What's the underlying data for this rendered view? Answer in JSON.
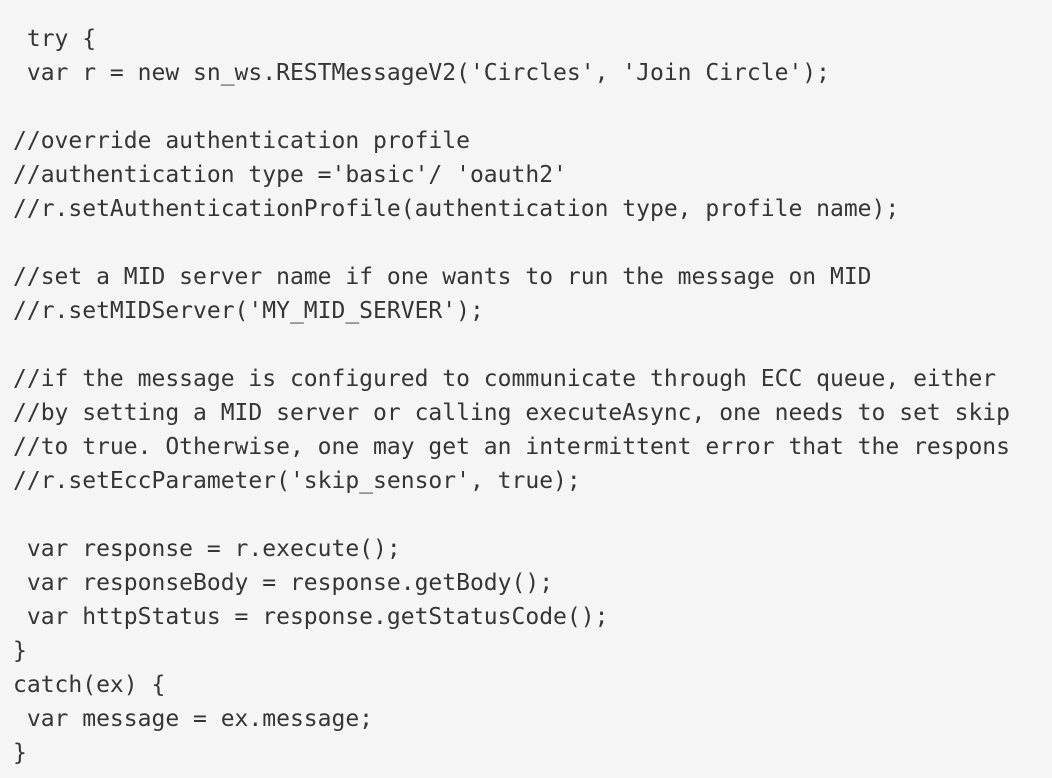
{
  "code": {
    "lines": [
      " try {",
      " var r = new sn_ws.RESTMessageV2('Circles', 'Join Circle');",
      "",
      "//override authentication profile",
      "//authentication type ='basic'/ 'oauth2'",
      "//r.setAuthenticationProfile(authentication type, profile name);",
      "",
      "//set a MID server name if one wants to run the message on MID",
      "//r.setMIDServer('MY_MID_SERVER');",
      "",
      "//if the message is configured to communicate through ECC queue, either",
      "//by setting a MID server or calling executeAsync, one needs to set skip",
      "//to true. Otherwise, one may get an intermittent error that the respons",
      "//r.setEccParameter('skip_sensor', true);",
      "",
      " var response = r.execute();",
      " var responseBody = response.getBody();",
      " var httpStatus = response.getStatusCode();",
      "}",
      "catch(ex) {",
      " var message = ex.message;",
      "}"
    ]
  }
}
